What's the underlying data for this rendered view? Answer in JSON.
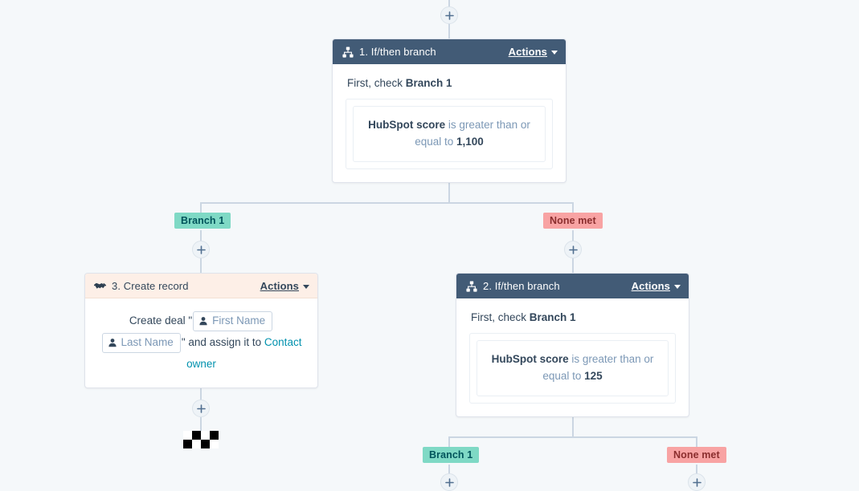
{
  "canvas": {
    "background_color": "#f5f8fa",
    "connector_color": "#cbd6e2"
  },
  "add_buttons": [
    {
      "name": "add-step-top",
      "label": "+"
    },
    {
      "name": "add-step-branch1",
      "label": "+"
    },
    {
      "name": "add-step-none-met",
      "label": "+"
    },
    {
      "name": "add-step-after-create-record",
      "label": "+"
    },
    {
      "name": "add-step-branch1-lower",
      "label": "+"
    },
    {
      "name": "add-step-none-met-lower",
      "label": "+"
    }
  ],
  "cards": [
    {
      "id": "step-1",
      "icon": "branch-icon",
      "title": "1. If/then branch",
      "header_style": "dark",
      "header_color": "#425b76",
      "actions_label": "Actions",
      "check_prefix": "First, check ",
      "check_branch": "Branch 1",
      "condition": {
        "property": "HubSpot score",
        "operator": " is greater than or equal to ",
        "value": "1,100"
      }
    },
    {
      "id": "step-3",
      "icon": "handshake-icon",
      "title": "3. Create record",
      "header_style": "peach",
      "header_color": "#fdefe7",
      "actions_label": "Actions",
      "sentence": {
        "lead": "Create deal \"",
        "token_first": "First Name",
        "token_last": "Last Name",
        "mid": "\" and assign it to ",
        "link": "Contact owner"
      }
    },
    {
      "id": "step-2",
      "icon": "branch-icon",
      "title": "2. If/then branch",
      "header_style": "dark",
      "header_color": "#425b76",
      "actions_label": "Actions",
      "check_prefix": "First, check ",
      "check_branch": "Branch 1",
      "condition": {
        "property": "HubSpot score",
        "operator": " is greater than or equal to ",
        "value": "125"
      }
    }
  ],
  "badges": [
    {
      "name": "badge-branch1-upper",
      "label": "Branch 1",
      "variant": "green",
      "color": "#7fd9c5"
    },
    {
      "name": "badge-none-met-upper",
      "label": "None met",
      "variant": "red",
      "color": "#f8a3a3"
    },
    {
      "name": "badge-branch1-lower",
      "label": "Branch 1",
      "variant": "green",
      "color": "#7fd9c5"
    },
    {
      "name": "badge-none-met-lower",
      "label": "None met",
      "variant": "red",
      "color": "#f8a3a3"
    }
  ],
  "end_markers": [
    {
      "name": "workflow-end-flag",
      "icon": "checkered-flag-icon"
    }
  ]
}
